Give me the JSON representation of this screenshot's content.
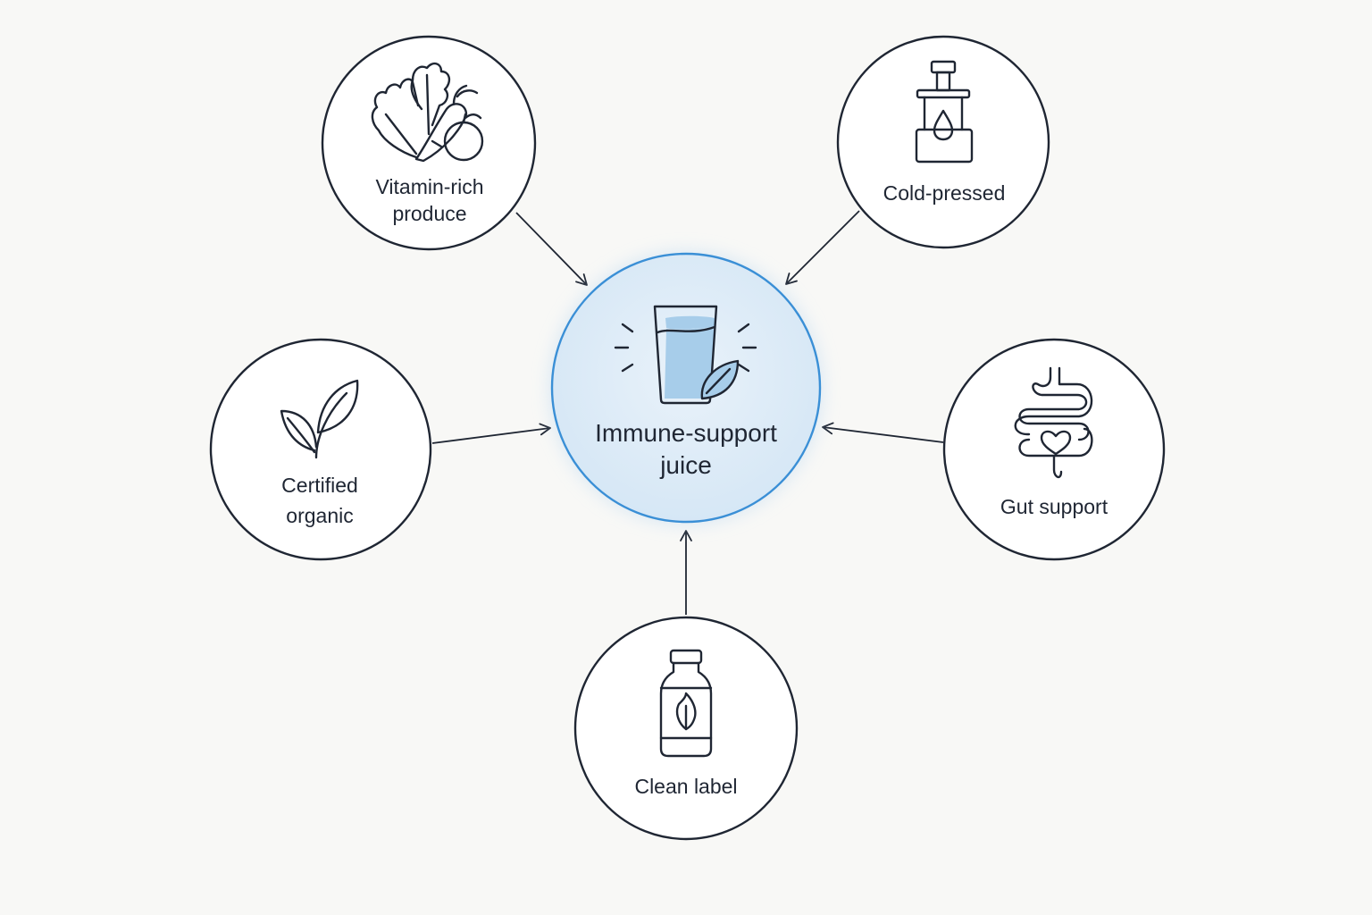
{
  "diagram": {
    "center": {
      "label_line1": "Immune-support",
      "label_line2": "juice",
      "icon": "juice-glass-icon",
      "accent_color": "#3a8fd6",
      "fill_color": "#dcebf7"
    },
    "nodes": {
      "vitamin": {
        "label_line1": "Vitamin-rich",
        "label_line2": "produce",
        "icon": "produce-icon"
      },
      "cold": {
        "label_line1": "Cold-pressed",
        "icon": "juicer-press-icon"
      },
      "organic": {
        "label_line1": "Certified",
        "label_line2": "organic",
        "icon": "leaves-icon"
      },
      "gut": {
        "label_line1": "Gut support",
        "icon": "intestine-heart-icon"
      },
      "clean": {
        "label_line1": "Clean label",
        "icon": "bottle-leaf-icon"
      }
    },
    "stroke_color": "#1f2633"
  }
}
